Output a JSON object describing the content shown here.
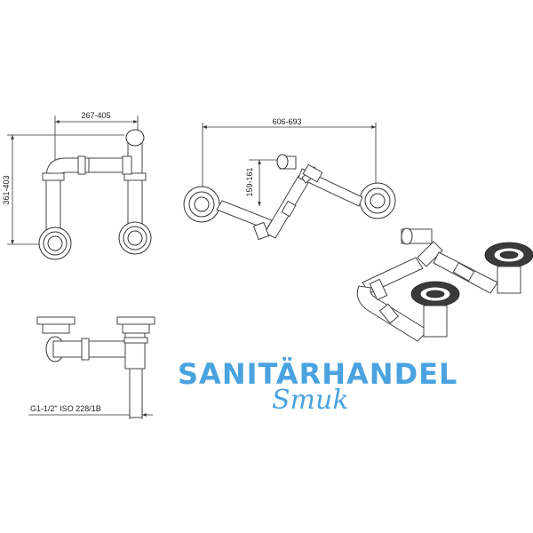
{
  "dimensions": {
    "front_width": "267-405",
    "front_height": "361-403",
    "top_width": "606-693",
    "top_offset": "159-161",
    "thread_spec": "G1-1/2\" ISO 228/1B"
  },
  "watermark": {
    "line1": "SANITÄRHANDEL",
    "line2": "Smuk",
    "color": "#4aa3df"
  }
}
